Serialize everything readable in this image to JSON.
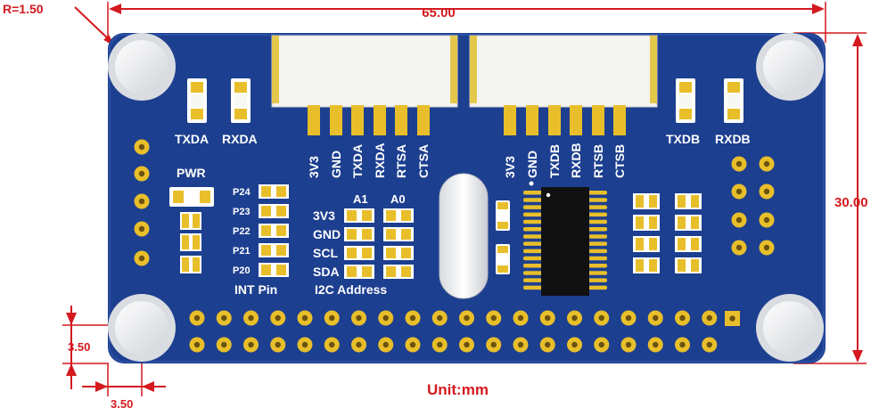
{
  "dimensions": {
    "radius_label": "R=1.50",
    "width_label": "65.00",
    "height_label": "30.00",
    "hole_offset_vertical": "3.50",
    "hole_offset_horizontal": "3.50",
    "unit_label": "Unit:mm"
  },
  "board": {
    "led_labels": [
      "TXDA",
      "RXDA",
      "TXDB",
      "RXDB"
    ],
    "connector_a_pins": [
      "3V3",
      "GND",
      "TXDA",
      "RXDA",
      "RTSA",
      "CTSA"
    ],
    "connector_b_pins": [
      "3V3",
      "GND",
      "TXDB",
      "RXDB",
      "RTSB",
      "CTSB"
    ],
    "pwr_label": "PWR",
    "int_pins": [
      "P24",
      "P23",
      "P22",
      "P21",
      "P20"
    ],
    "int_pin_caption": "INT Pin",
    "addr_headers": [
      "A1",
      "A0"
    ],
    "addr_rows": [
      "3V3",
      "GND",
      "SCL",
      "SDA"
    ],
    "i2c_caption": "I2C Address"
  },
  "colors": {
    "board": "#1d3f8f",
    "pad": "#e8bf2a",
    "dimension": "#d4191f"
  }
}
